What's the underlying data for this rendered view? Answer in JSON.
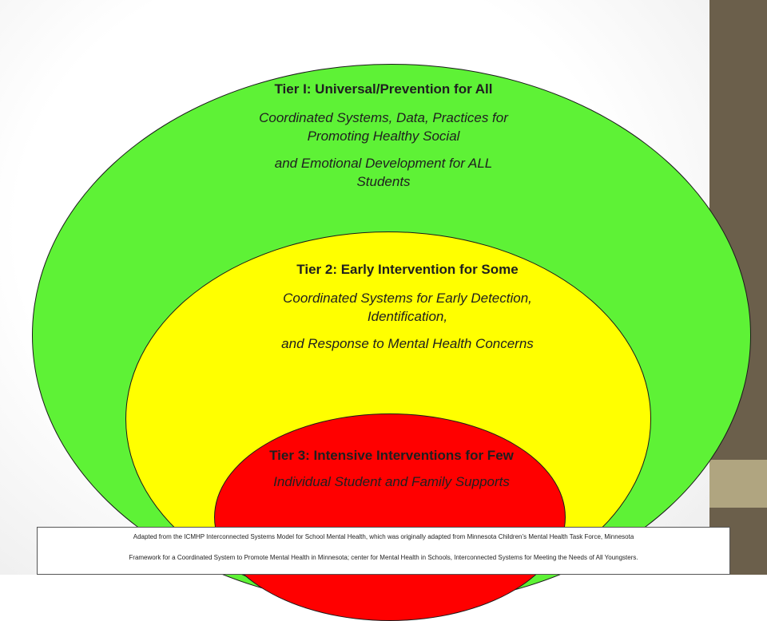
{
  "tiers": {
    "tier1": {
      "title": "Tier I: Universal/Prevention for All",
      "line1": "Coordinated Systems, Data, Practices for",
      "line2": "Promoting Healthy Social",
      "line3": "and Emotional Development for ALL",
      "line4": "Students",
      "color": "#5ef236"
    },
    "tier2": {
      "title": "Tier 2: Early Intervention for Some",
      "line1": "Coordinated Systems for Early Detection,",
      "line2": "Identification,",
      "line3": "and Response to Mental Health Concerns",
      "color": "#ffff00"
    },
    "tier3": {
      "title": "Tier 3: Intensive Interventions for Few",
      "line1": "Individual Student and Family Supports",
      "color": "#ff0000"
    }
  },
  "footnote": {
    "line1": "Adapted from the ICMHP Interconnected Systems Model for School Mental Health, which was originally adapted from Minnesota Children’s Mental Health Task Force, Minnesota",
    "line2": "Framework for a Coordinated System to Promote Mental Health in Minnesota; center for Mental Health in Schools, Interconnected Systems for Meeting the Needs of All Youngsters."
  }
}
